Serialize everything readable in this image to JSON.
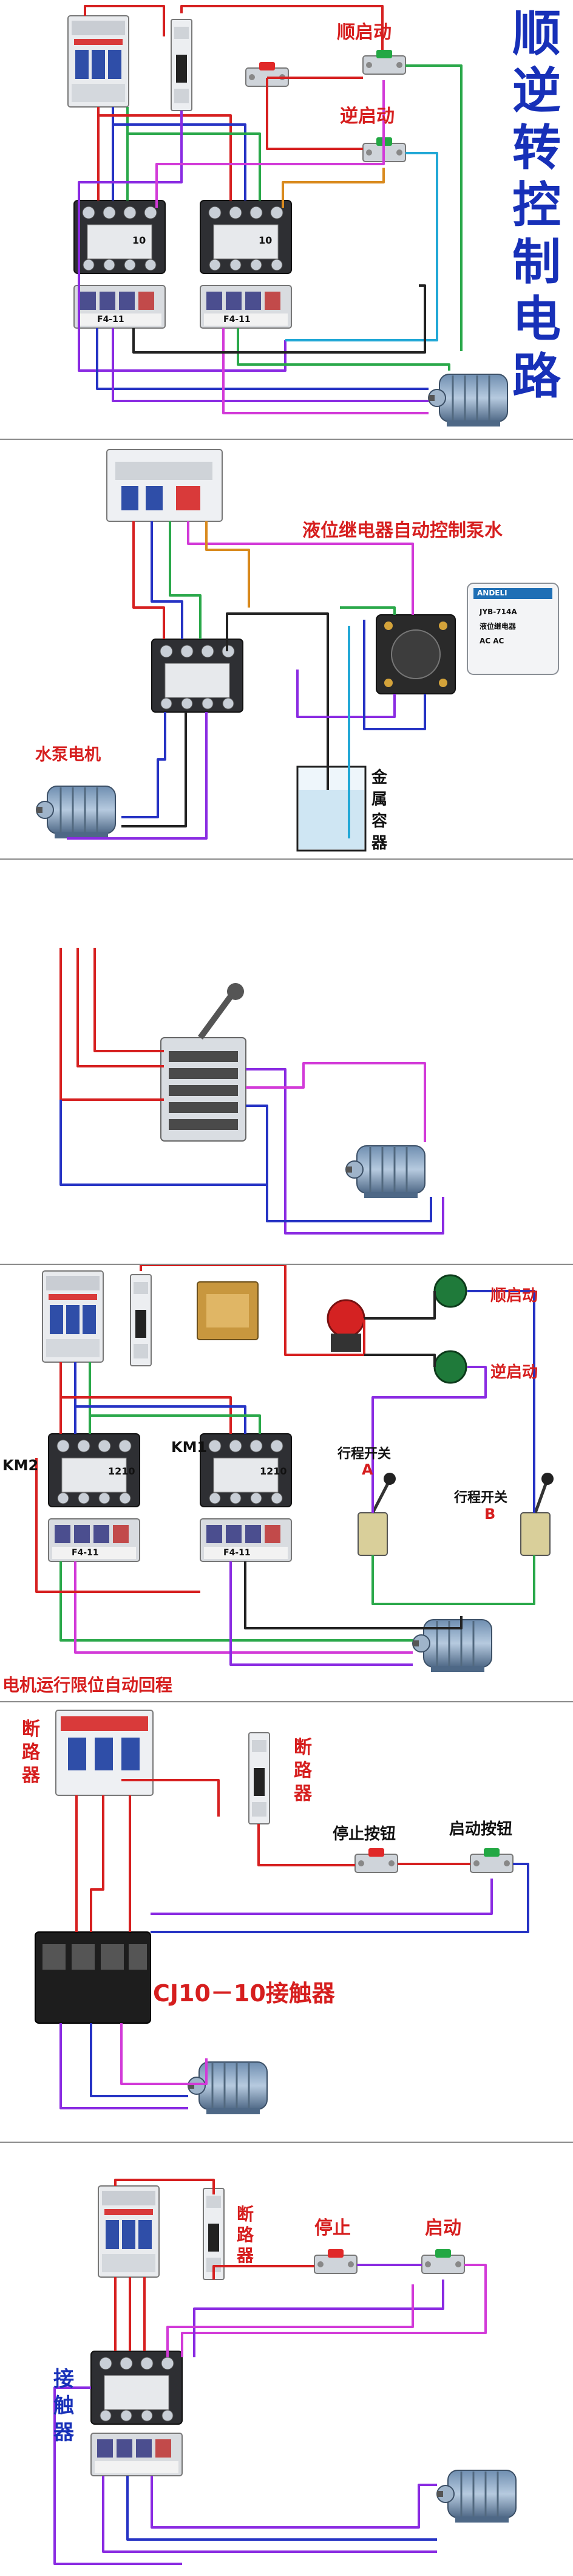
{
  "title_chars": [
    "顺",
    "逆",
    "转",
    "控",
    "制",
    "电",
    "路"
  ],
  "colors": {
    "wire_red": "#d62020",
    "wire_blue": "#2633c4",
    "wire_purple": "#8a2be2",
    "wire_magenta": "#d23ad8",
    "wire_green": "#2aa84a",
    "wire_cyan": "#22a8d6",
    "wire_orange": "#d98a1e",
    "wire_black": "#222222",
    "title_blue": "#1730b8",
    "label_red": "#d61e1e"
  },
  "panel1": {
    "label_forward_start": "顺启动",
    "label_reverse_start": "逆启动",
    "contactor_marking_a": "10",
    "contactor_marking_b": "10",
    "relay_marking_a": "F4-11",
    "relay_marking_b": "F4-11"
  },
  "panel2": {
    "heading": "液位继电器自动控制泵水",
    "label_pump_motor": "水泵电机",
    "label_metal_container": [
      "金",
      "属",
      "容",
      "器"
    ],
    "relay_brand": "ANDELI",
    "relay_model": "JYB-714A",
    "relay_name": "液位继电器",
    "relay_voltage": "AC AC"
  },
  "panel4": {
    "label_forward_start": "顺启动",
    "label_reverse_start": "逆启动",
    "label_km2": "KM2",
    "label_km1": "KM1",
    "contactor_marking_a": "1210",
    "contactor_marking_b": "1210",
    "relay_marking_a": "F4-11",
    "relay_marking_b": "F4-11",
    "label_limit_switch_a": "行程开关",
    "label_a": "A",
    "label_limit_switch_b": "行程开关",
    "label_b": "B",
    "caption": "电机运行限位自动回程"
  },
  "panel5": {
    "label_breaker_left": [
      "断",
      "路",
      "器"
    ],
    "label_breaker_right": [
      "断",
      "路",
      "器"
    ],
    "label_stop_button": "停止按钮",
    "label_start_button": "启动按钮",
    "label_contactor": "CJ10－10接触器"
  },
  "panel6": {
    "label_breaker": [
      "断",
      "路",
      "器"
    ],
    "label_stop": "停止",
    "label_start": "启动",
    "label_contactor": [
      "接",
      "触",
      "器"
    ]
  }
}
